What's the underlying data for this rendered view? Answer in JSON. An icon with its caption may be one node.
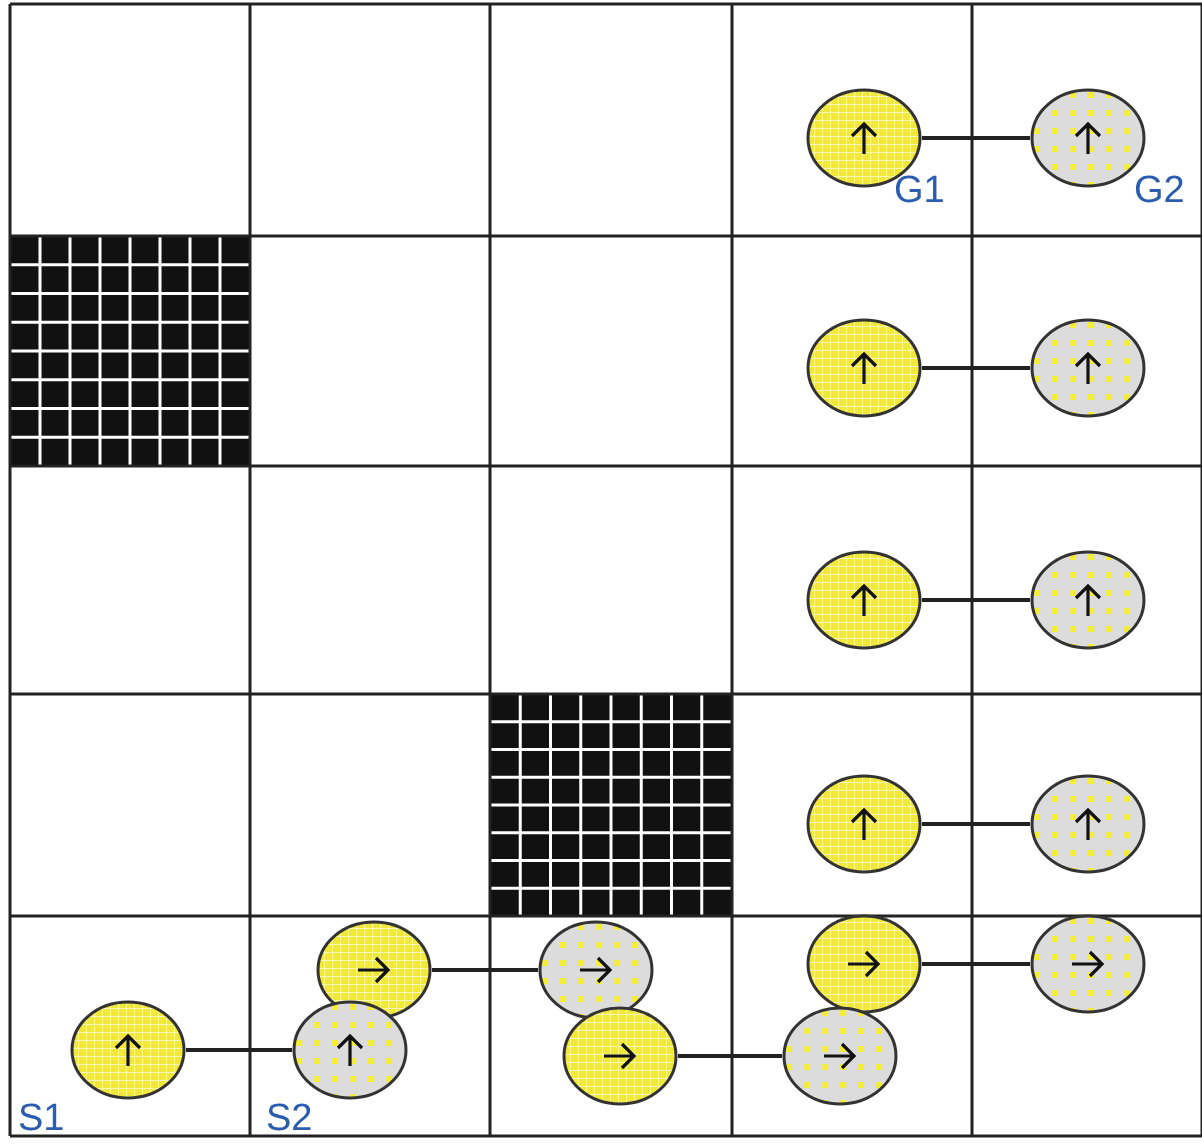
{
  "diagram": {
    "nodes": [
      {
        "text": [],
        "shape": "circle"
      },
      {
        "text": [],
        "shape": "circle"
      },
      {
        "text": [],
        "shape": "circle"
      },
      {
        "text": [],
        "shape": "circle"
      },
      {
        "text": [],
        "shape": "circle"
      },
      {
        "text": [],
        "shape": "circle"
      },
      {
        "text": [],
        "shape": "circle"
      },
      {
        "text": [],
        "shape": "circle"
      },
      {
        "text": [],
        "shape": "circle"
      },
      {
        "text": [],
        "shape": "circle"
      },
      {
        "text": [],
        "shape": "circle"
      },
      {
        "text": [],
        "shape": "circle"
      },
      {
        "text": [],
        "shape": "circle"
      },
      {
        "text": [],
        "shape": "circle"
      },
      {
        "text": [],
        "shape": "circle"
      },
      {
        "text": [],
        "shape": "circle"
      }
    ],
    "edges": [
      {
        "from": 0,
        "to": 1,
        "arrow": "none"
      },
      {
        "from": 2,
        "to": 3,
        "arrow": "none"
      },
      {
        "from": 4,
        "to": 5,
        "arrow": "none"
      },
      {
        "from": 6,
        "to": 7,
        "arrow": "none"
      },
      {
        "from": 8,
        "to": 9,
        "arrow": "none"
      },
      {
        "from": 10,
        "to": 11,
        "arrow": "none"
      },
      {
        "from": 12,
        "to": 13,
        "arrow": "none"
      },
      {
        "from": 14,
        "to": 15,
        "arrow": "none"
      }
    ],
    "labels": [
      "G1",
      "G2",
      "S1",
      "S2"
    ]
  }
}
